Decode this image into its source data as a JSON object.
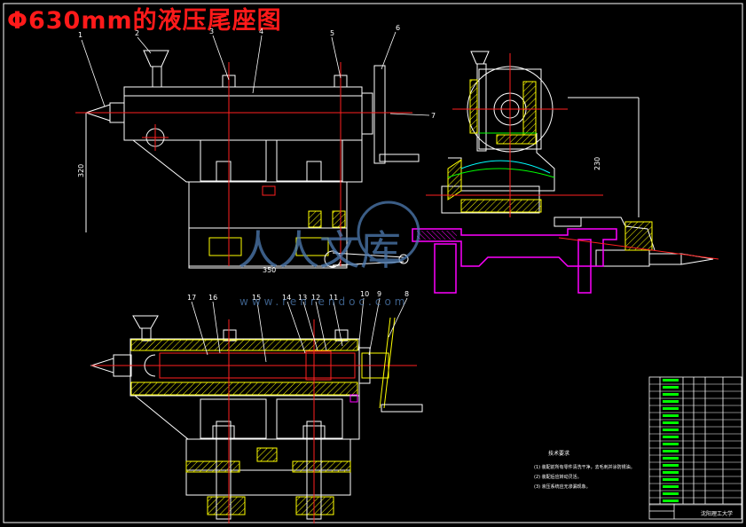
{
  "title": "Φ630mm的液压尾座图",
  "part_labels_top": [
    "1",
    "2",
    "3",
    "4",
    "5",
    "6",
    "7"
  ],
  "part_labels_bottom": [
    "17",
    "16",
    "15",
    "14",
    "13",
    "12",
    "11",
    "10",
    "9",
    "8"
  ],
  "dimensions": {
    "side_height": "320",
    "width": "350",
    "front_height": "230"
  },
  "notes": {
    "heading": "技术要求",
    "lines": [
      "(1) 装配前所有零件清洗干净，去毛刺并涂防锈油。",
      "(2) 装配后应转动灵活。",
      "(3) 液压系统应无渗漏现象。"
    ]
  },
  "title_block": {
    "company": "沈阳理工大学"
  },
  "watermark": {
    "text": "人人文库",
    "url": "www.renrendoc.com"
  },
  "colors": {
    "background": "#000000",
    "outline": "#ffffff",
    "centerline": "#ff2020",
    "hatch": "#ffff00",
    "magenta": "#ff00ff",
    "cyan": "#00ffff",
    "green": "#00ff00",
    "title": "#ff1a1a",
    "watermark": "#4f7db3"
  }
}
